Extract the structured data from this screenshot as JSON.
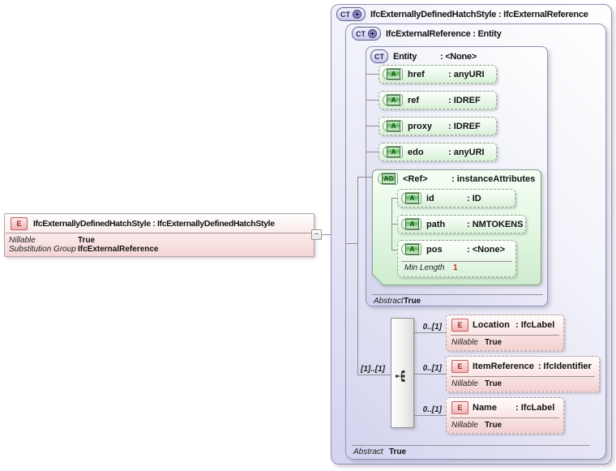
{
  "palette": {
    "lavender_fill": "#d3d3ef",
    "lavender_border": "#9191b4",
    "green_fill": "#d8f0d8",
    "green_badge": "#5cb85c",
    "pink_fill": "#f5d5d5",
    "pink_badge": "#f2b4b4",
    "connector": "#8f8f8f",
    "facet_value_red": "#cc2222"
  },
  "left_element": {
    "badge": "E",
    "title": "IfcExternallyDefinedHatchStyle : IfcExternallyDefinedHatchStyle",
    "rows": [
      {
        "label": "Nillable",
        "value": "True"
      },
      {
        "label": "Substitution Group",
        "value": "IfcExternalReference"
      }
    ]
  },
  "toggle": {
    "glyph": "−"
  },
  "outer_ct": {
    "badge": "CT",
    "title": "IfcExternallyDefinedHatchStyle : IfcExternalReference"
  },
  "inner_ct": {
    "badge": "CT",
    "title": "IfcExternalReference : Entity",
    "abstract": {
      "label": "Abstract",
      "value": "True"
    }
  },
  "entity_ct": {
    "badge": "CT",
    "name": "Entity",
    "type": ": <None>",
    "abstract": {
      "label": "Abstract",
      "value": "True"
    }
  },
  "entity_attributes": [
    {
      "badge": "A",
      "name": "href",
      "type": ": anyURI"
    },
    {
      "badge": "A",
      "name": "ref",
      "type": ": IDREF"
    },
    {
      "badge": "A",
      "name": "proxy",
      "type": ": IDREF"
    },
    {
      "badge": "A",
      "name": "edo",
      "type": ": anyURI"
    }
  ],
  "attribute_group": {
    "badge": "AG",
    "name": "<Ref>",
    "type": ": instanceAttributes",
    "attributes": [
      {
        "badge": "A",
        "name": "id",
        "type": ": ID"
      },
      {
        "badge": "A",
        "name": "path",
        "type": ": NMTOKENS"
      },
      {
        "badge": "A",
        "name": "pos",
        "type": ": <None>",
        "facet": {
          "label": "Min Length",
          "value": "1"
        }
      }
    ]
  },
  "sequence": {
    "cardinality": "[1]..[1]",
    "icon": "sequence-compositor"
  },
  "child_elements": [
    {
      "badge": "E",
      "cardinality": "0..[1]",
      "name": "Location",
      "type": ": IfcLabel",
      "rows": [
        {
          "label": "Nillable",
          "value": "True"
        }
      ]
    },
    {
      "badge": "E",
      "cardinality": "0..[1]",
      "name": "ItemReference",
      "type": ": IfcIdentifier",
      "rows": [
        {
          "label": "Nillable",
          "value": "True"
        }
      ]
    },
    {
      "badge": "E",
      "cardinality": "0..[1]",
      "name": "Name",
      "type": ": IfcLabel",
      "rows": [
        {
          "label": "Nillable",
          "value": "True"
        }
      ]
    }
  ]
}
